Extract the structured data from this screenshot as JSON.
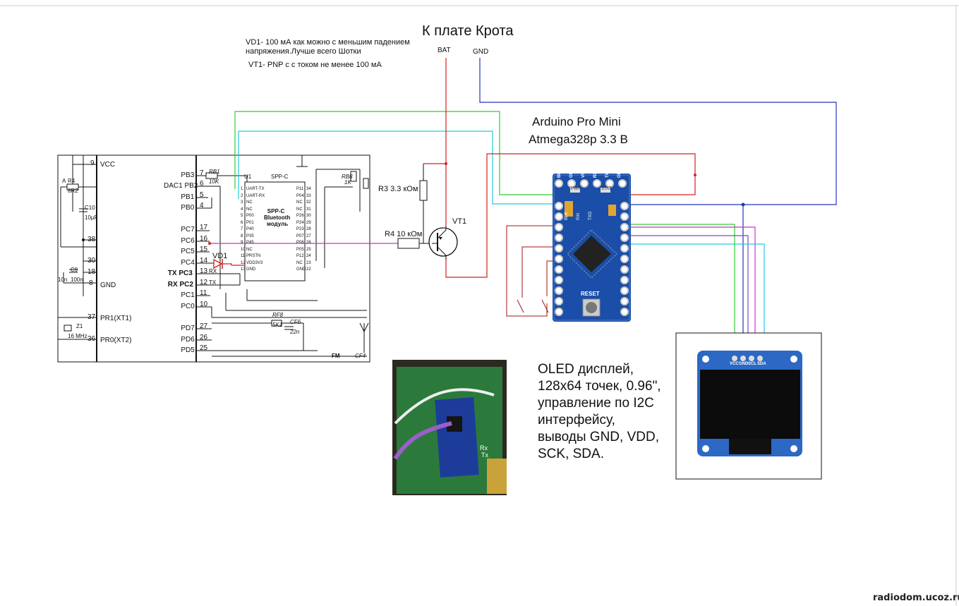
{
  "notes": {
    "line1": "VD1- 100 мА как можно с меньшим падением",
    "line2": "напряжения.Лучше всего Шотки",
    "line3": "VT1- PNP с с током не менее 100 мА"
  },
  "header": {
    "title": "К плате Крота",
    "bat": "BAT",
    "gnd": "GND"
  },
  "arduino": {
    "title1": "Arduino Pro Mini",
    "title2": "Atmega328p  3.3 В",
    "top_pins": [
      "BLK",
      "GND",
      "VCC",
      "RXI",
      "TXO",
      "GRN"
    ],
    "top_inner": [
      "BLK",
      "RXI",
      "TXO"
    ],
    "reset": "RESET",
    "pwr_led": "PWR",
    "stat_led": "STAT"
  },
  "components": {
    "r3": "R3 3.3 кОм",
    "r4": "R4 10 кОм",
    "vt1": "VT1",
    "vd1": "VD1"
  },
  "mcu": {
    "vcc": "VCC",
    "gnd": "GND",
    "pr1": "PR1(XT1)",
    "pr0": "PR0(XT2)",
    "pin9": "9",
    "pin38": "38",
    "pin30": "30",
    "pin18": "18",
    "pin8": "8",
    "pin37": "37",
    "pin36": "36",
    "r4_name": "R4",
    "r4_val": "8R2",
    "a": "A",
    "c10": "C10",
    "c10_val": "10µF",
    "c9": "C9",
    "c9_val": "100n",
    "c8_val": "10n",
    "z1": "Z1",
    "z1_val": "16 MHz",
    "left_pins": [
      {
        "port": "PB3",
        "num": "7"
      },
      {
        "port": "DAC1 PB2",
        "num": "6"
      },
      {
        "port": "PB1",
        "num": "5"
      },
      {
        "port": "PB0",
        "num": "4"
      },
      {
        "port": "PC7",
        "num": "17"
      },
      {
        "port": "PC6",
        "num": "16"
      },
      {
        "port": "PC5",
        "num": "15"
      },
      {
        "port": "PC4",
        "num": "14"
      },
      {
        "port": "TX PC3",
        "num": "13"
      },
      {
        "port": "RX PC2",
        "num": "12"
      },
      {
        "port": "PC1",
        "num": "11"
      },
      {
        "port": "PC0",
        "num": "10"
      },
      {
        "port": "PD7",
        "num": "27"
      },
      {
        "port": "PD6",
        "num": "26"
      },
      {
        "port": "PD5",
        "num": "25"
      }
    ],
    "fm": "FM",
    "cf4": "CF4",
    "rx": "RX",
    "tx": "TX"
  },
  "spp": {
    "u1": "U1",
    "title": "SPP-C",
    "body1": "SPP-C",
    "body2": "Bluetooth",
    "body3": "модуль",
    "left_pins": [
      {
        "n": "1",
        "name": "UART-TX"
      },
      {
        "n": "2",
        "name": "UART-RX"
      },
      {
        "n": "3",
        "name": "NC"
      },
      {
        "n": "4",
        "name": "NC"
      },
      {
        "n": "5",
        "name": "P00"
      },
      {
        "n": "6",
        "name": "P01"
      },
      {
        "n": "7",
        "name": "P40"
      },
      {
        "n": "8",
        "name": "P35"
      },
      {
        "n": "9",
        "name": "P45"
      },
      {
        "n": "10",
        "name": "NC"
      },
      {
        "n": "11",
        "name": "PRSTN"
      },
      {
        "n": "12",
        "name": "VDD3V3"
      },
      {
        "n": "13",
        "name": "GND"
      }
    ],
    "right_pins": [
      {
        "n": "34",
        "name": "P11"
      },
      {
        "n": "33",
        "name": "P04"
      },
      {
        "n": "32",
        "name": "NC"
      },
      {
        "n": "31",
        "name": "NC"
      },
      {
        "n": "30",
        "name": "P26"
      },
      {
        "n": "29",
        "name": "P24"
      },
      {
        "n": "28",
        "name": "P23"
      },
      {
        "n": "27",
        "name": "P07"
      },
      {
        "n": "26",
        "name": "P06"
      },
      {
        "n": "25",
        "name": "P05"
      },
      {
        "n": "24",
        "name": "P12"
      },
      {
        "n": "23",
        "name": "NC"
      },
      {
        "n": "22",
        "name": "GND"
      }
    ],
    "rb1": "RB1",
    "rb1_val": "10K",
    "rb8": "RB8",
    "rb8_val": "1K",
    "rf8": "RF8",
    "rf8_val": "5K1",
    "cf6": "CF6",
    "cf6_val": "22n"
  },
  "oled": {
    "desc1": "OLED дисплей,",
    "desc2": "128х64 точек, 0.96\",",
    "desc3": "управление по I2C",
    "desc4": "интерфейсу,",
    "desc5": "выводы GND, VDD,",
    "desc6": "SCK, SDA.",
    "pins": [
      "VCC",
      "GND",
      "SCL",
      "SDA"
    ]
  },
  "photo": {
    "rx": "Rx",
    "tx": "Tx"
  },
  "watermark": "radiodom.ucoz.ru",
  "colors": {
    "red": "#d62020",
    "blue": "#2233bb",
    "green": "#33cc33",
    "cyan": "#22ccdd",
    "magenta": "#cc33cc",
    "purple": "#8844cc",
    "dark_red": "#a01515",
    "board": "#1a4ea8"
  }
}
